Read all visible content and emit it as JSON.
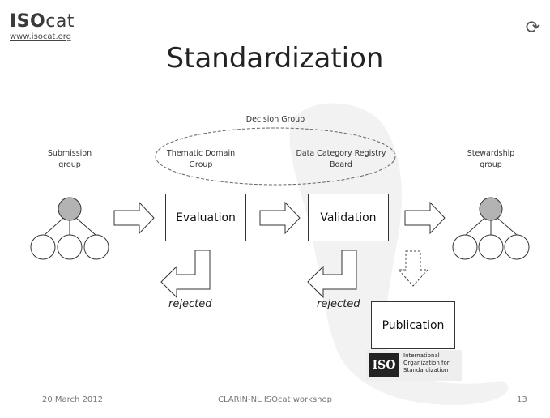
{
  "header": {
    "logo_iso": "ISO",
    "logo_cat": "cat",
    "logo_url": "www.isocat.org",
    "corner_icon": "refresh-icon"
  },
  "title": "Standardization",
  "diagram": {
    "decision_group": "Decision Group",
    "thematic_domain_line1": "Thematic Domain",
    "thematic_domain_line2": "Group",
    "dcr_board_line1": "Data Category Registry",
    "dcr_board_line2": "Board",
    "submission_line1": "Submission",
    "submission_line2": "group",
    "stewardship_line1": "Stewardship",
    "stewardship_line2": "group",
    "evaluation": "Evaluation",
    "validation": "Validation",
    "publication": "Publication",
    "rejected_1": "rejected",
    "rejected_2": "rejected",
    "iso_mark": "ISO",
    "iso_text_line1": "International",
    "iso_text_line2": "Organization for",
    "iso_text_line3": "Standardization"
  },
  "footer": {
    "date": "20 March 2012",
    "event": "CLARIN-NL ISOcat workshop",
    "page": "13"
  },
  "colors": {
    "node_fill_gray": "#b3b3b3",
    "watermark": "#f0f0f0"
  }
}
